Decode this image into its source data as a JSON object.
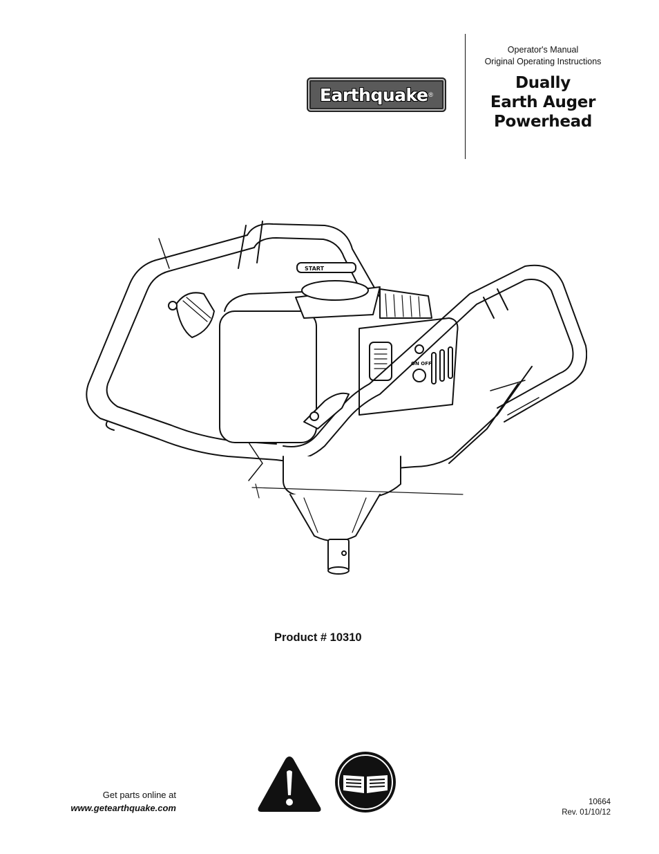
{
  "header": {
    "doc_type": "Operator's Manual",
    "doc_subtype": "Original Operating Instructions",
    "title_lines": [
      "Dually",
      "Earth Auger",
      "Powerhead"
    ]
  },
  "logo": {
    "brand": "Earthquake",
    "reg_mark": "®"
  },
  "illustration": {
    "start_label": "START",
    "switch_label": "ON OFF",
    "icon": "auger-powerhead-illustration"
  },
  "product": {
    "label": "Product # 10310"
  },
  "footer": {
    "parts_text": "Get parts online at",
    "parts_url": "www.getearthquake.com",
    "doc_number": "10664",
    "revision": "Rev. 01/10/12",
    "warning_icon": "warning-triangle-icon",
    "manual_icon": "read-manual-icon"
  }
}
